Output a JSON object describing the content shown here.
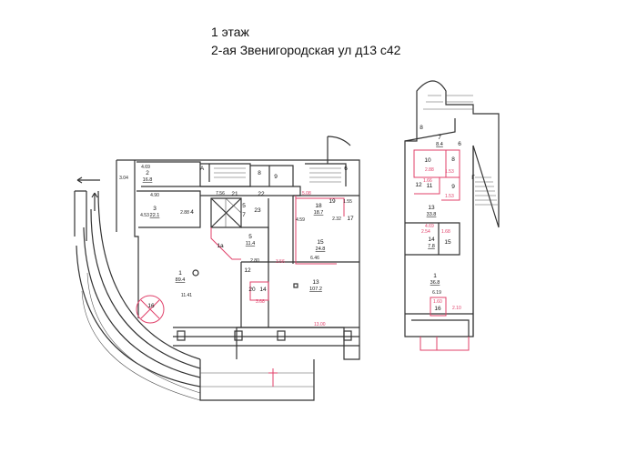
{
  "header": {
    "floor": "1 этаж",
    "address": "2-ая Звенигородская ул д13 с42"
  },
  "left_plan": {
    "rooms": {
      "r1": {
        "number": "1",
        "area": "89.4",
        "dim": "11.41"
      },
      "r1a": {
        "number": "1а"
      },
      "r2": {
        "number": "2",
        "area": "16.8",
        "dim": "4.69",
        "dim2": "3.04"
      },
      "r3": {
        "number": "3",
        "area": "22.1",
        "dim": "4.90",
        "dim2": "4.53"
      },
      "r4": {
        "number": "4",
        "dim": "2.88"
      },
      "r5": {
        "number": "5",
        "area": "11.4",
        "dim": "2.80"
      },
      "r5b": {
        "number": "5"
      },
      "r6": {
        "number": "6"
      },
      "r7": {
        "number": "7"
      },
      "r8": {
        "number": "8"
      },
      "r9": {
        "number": "9"
      },
      "r12": {
        "number": "12"
      },
      "r13": {
        "number": "13",
        "area": "107.2",
        "dim": "13.00"
      },
      "r14": {
        "number": "14",
        "dim": "3.68"
      },
      "r15": {
        "number": "15",
        "area": "24.8",
        "dim": "6.46"
      },
      "r16": {
        "number": "16"
      },
      "r17": {
        "number": "17",
        "dim": "2.32"
      },
      "r18": {
        "number": "18",
        "area": "18.7",
        "dim": "5.08",
        "dim2": "4.59"
      },
      "r19": {
        "number": "19",
        "dim": "1.55"
      },
      "r20": {
        "number": "20"
      },
      "r21": {
        "number": "21",
        "dim": "7.56"
      },
      "r22": {
        "number": "22"
      },
      "r23": {
        "number": "23"
      },
      "stairA": "А",
      "corridor_dim": "3.56"
    }
  },
  "right_plan": {
    "rooms": {
      "r1": {
        "number": "1",
        "area": "36.8",
        "dim": "6.19"
      },
      "r6": {
        "number": "6"
      },
      "r7": {
        "number": "7",
        "area": "8.4"
      },
      "r8a": {
        "number": "8"
      },
      "r8": {
        "number": "8",
        "dim": "1.53"
      },
      "r9": {
        "number": "9",
        "dim": "1.53"
      },
      "r10": {
        "number": "10",
        "dim": "2.88"
      },
      "r11": {
        "number": "11",
        "dim": "1.66"
      },
      "r12": {
        "number": "12"
      },
      "r13": {
        "number": "13",
        "area": "33.8",
        "dim": "4.69"
      },
      "r14": {
        "number": "14",
        "area": "7.8",
        "dim": "2.54"
      },
      "r15": {
        "number": "15",
        "dim": "1.68"
      },
      "r16": {
        "number": "16",
        "dim": "1.60",
        "dim2": "2.10"
      },
      "stairG": "Г"
    }
  }
}
